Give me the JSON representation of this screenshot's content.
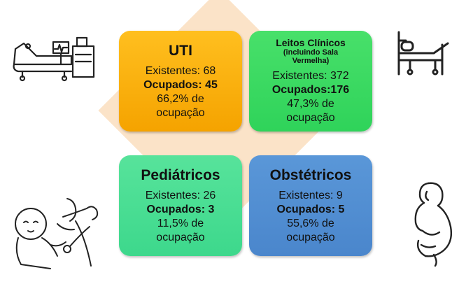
{
  "cards": {
    "uti": {
      "title": "UTI",
      "existentes": "Existentes: 68",
      "ocupados": "Ocupados: 45",
      "ocupacao_1": "66,2% de",
      "ocupacao_2": "ocupação"
    },
    "leitos_clinicos": {
      "title": "Leitos Clínicos",
      "subtitle_1": "(incluindo Sala",
      "subtitle_2": "Vermelha)",
      "existentes": "Existentes: 372",
      "ocupados": "Ocupados:176",
      "ocupacao_1": "47,3% de",
      "ocupacao_2": "ocupação"
    },
    "pediatricos": {
      "title": "Pediátricos",
      "existentes": "Existentes: 26",
      "ocupados": "Ocupados: 3",
      "ocupacao_1": "11,5% de",
      "ocupacao_2": "ocupação"
    },
    "obstetricos": {
      "title": "Obstétricos",
      "existentes": "Existentes: 9",
      "ocupados": "Ocupados: 5",
      "ocupacao_1": "55,6% de",
      "ocupacao_2": "ocupação"
    }
  },
  "icons": {
    "uti": "icu-bed-icon",
    "clinicos": "hospital-bed-icon",
    "pediatricos": "pediatric-doctor-icon",
    "obstetricos": "pregnant-woman-icon"
  },
  "colors": {
    "uti": "#f9b20f",
    "clinicos": "#3bd962",
    "pediatricos": "#4bdd93",
    "obstetricos": "#528ed2",
    "background_diamond": "#fbe3c8"
  }
}
